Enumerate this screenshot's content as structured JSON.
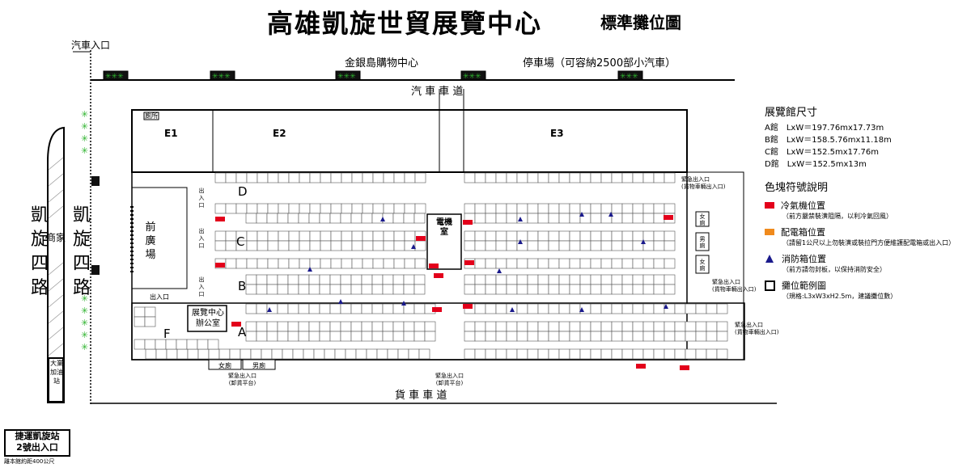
{
  "header": {
    "title": "高雄凱旋世貿展覽中心",
    "subtitle": "標準攤位圖"
  },
  "surroundings": {
    "car_entrance": "汽車入口",
    "mall": "金銀島購物中心",
    "parking": "停車場（可容納2500部小汽車）",
    "car_road": "汽 車 車 道",
    "truck_road": "貨 車 車 道",
    "kaixuan_road_left": "凱旋四路",
    "kaixuan_road_right": "凱旋四路",
    "shops": "商家",
    "gas_station": "大業加油站",
    "metro_station": "捷運凱旋站\n2號出入口",
    "metro_note": "離本館約距400公尺"
  },
  "halls": {
    "e1": "E1",
    "e2": "E2",
    "e3": "E3",
    "a": "A",
    "b": "B",
    "c": "C",
    "d": "D",
    "f": "F",
    "restroom_top": "廁所",
    "plaza": "前廣場",
    "office": "展覽中心\n辦公室",
    "electric_room": "電機室",
    "entrance": "出入口",
    "entrance_v": "出入口",
    "women": "女廁",
    "men": "男廁",
    "emergency_top_right": "緊急出入口\n(貨物車輛出入口)",
    "emergency_mid_right": "緊急出入口\n(貨物車輛出入口)",
    "emergency_bottom_right": "緊急出入口\n(貨物車輛出入口)",
    "emergency_bottom_left": "緊急出入口\n(卸貨平台)",
    "emergency_bottom_mid": "緊急出入口\n(卸貨平台)"
  },
  "legend": {
    "size_title": "展覽館尺寸",
    "sizes": [
      "A館　LxW＝197.76mx17.73m",
      "B館　LxW＝158.5.76mx11.18m",
      "C館　LxW＝152.5mx17.76m",
      "D館　LxW＝152.5mx13m"
    ],
    "symbol_title": "色塊符號說明",
    "items": [
      {
        "label": "冷氣機位置",
        "note": "（前方嚴禁裝潢阻隔，以利冷氣回風）",
        "color": "#e3001b",
        "icon": "red-block"
      },
      {
        "label": "配電箱位置",
        "note": "（請留1公尺以上勿裝潢或裝拉門方便維護配電箱或出入口）",
        "color": "#f08a1c",
        "icon": "orange-block"
      },
      {
        "label": "消防箱位置",
        "note": "（前方請勿封板，以保持消防安全）",
        "color": "#1a1a8c",
        "icon": "blue-triangle"
      },
      {
        "label": "攤位範例圖",
        "note": "（規格:L3xW3xH2.5m，建議攤位數）",
        "color": "#000000",
        "icon": "booth-square"
      }
    ]
  },
  "colors": {
    "ac": "#e3001b",
    "panel": "#f08a1c",
    "fire": "#1a1a8c",
    "tree": "#2db32d"
  }
}
